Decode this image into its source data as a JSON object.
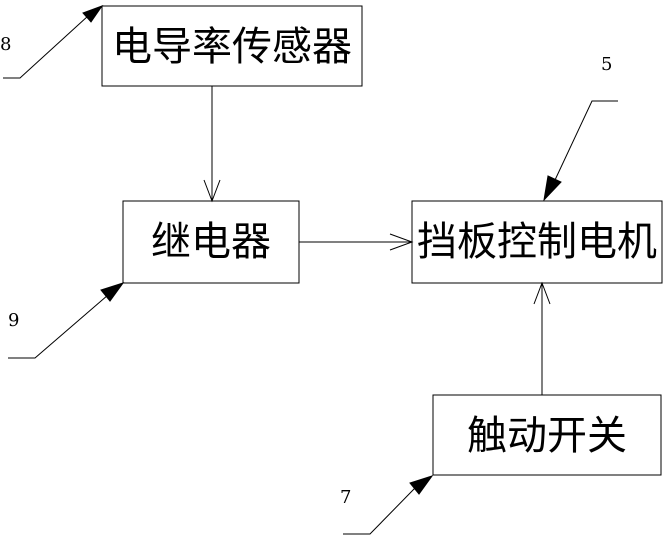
{
  "diagram": {
    "boxes": {
      "conductivity_sensor": "电导率传感器",
      "relay": "继电器",
      "baffle_motor": "挡板控制电机",
      "touch_switch": "触动开关"
    },
    "reference_numerals": {
      "sensor": "8",
      "relay": "9",
      "motor": "5",
      "switch": "7"
    }
  }
}
